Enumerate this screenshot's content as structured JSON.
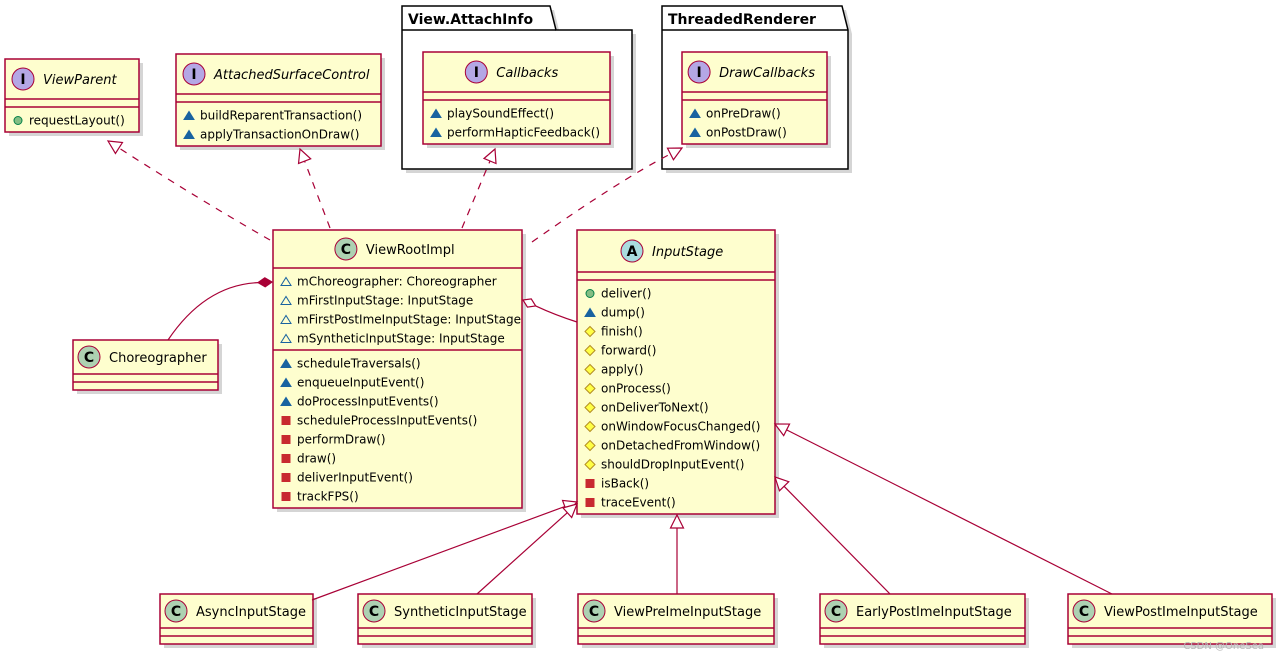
{
  "colors": {
    "box_fill": "#FEFECE",
    "box_border": "#A80036",
    "line": "#A80036",
    "interface_badge": "#B4A7E5",
    "class_badge": "#ADD1B2",
    "abstract_badge": "#A9DCDF",
    "public_method": "#84BE84",
    "package_method": "#1963A0",
    "protected_method": "#FFFF44",
    "private_method": "#C82930"
  },
  "packages": [
    {
      "id": "pkg-attachinfo",
      "title": "View.AttachInfo"
    },
    {
      "id": "pkg-threadedrenderer",
      "title": "ThreadedRenderer"
    }
  ],
  "classes": [
    {
      "id": "viewparent",
      "kind": "interface",
      "badge": "I",
      "name": "ViewParent",
      "italic": true,
      "fields": [],
      "methods": [
        {
          "vis": "public",
          "text": "requestLayout()"
        }
      ]
    },
    {
      "id": "attachedsurfacecontrol",
      "kind": "interface",
      "badge": "I",
      "name": "AttachedSurfaceControl",
      "italic": true,
      "fields": [],
      "methods": [
        {
          "vis": "package",
          "text": "buildReparentTransaction()"
        },
        {
          "vis": "package",
          "text": "applyTransactionOnDraw()"
        }
      ]
    },
    {
      "id": "callbacks",
      "kind": "interface",
      "badge": "I",
      "name": "Callbacks",
      "italic": true,
      "fields": [],
      "methods": [
        {
          "vis": "package",
          "text": "playSoundEffect()"
        },
        {
          "vis": "package",
          "text": "performHapticFeedback()"
        }
      ]
    },
    {
      "id": "drawcallbacks",
      "kind": "interface",
      "badge": "I",
      "name": "DrawCallbacks",
      "italic": true,
      "fields": [],
      "methods": [
        {
          "vis": "package",
          "text": "onPreDraw()"
        },
        {
          "vis": "package",
          "text": "onPostDraw()"
        }
      ]
    },
    {
      "id": "viewrootimpl",
      "kind": "class",
      "badge": "C",
      "name": "ViewRootImpl",
      "italic": false,
      "fields": [
        {
          "vis": "package-field",
          "text": "mChoreographer: Choreographer"
        },
        {
          "vis": "package-field",
          "text": "mFirstInputStage: InputStage"
        },
        {
          "vis": "package-field",
          "text": "mFirstPostImeInputStage: InputStage"
        },
        {
          "vis": "package-field",
          "text": "mSyntheticInputStage: InputStage"
        }
      ],
      "methods": [
        {
          "vis": "package",
          "text": "scheduleTraversals()"
        },
        {
          "vis": "package",
          "text": "enqueueInputEvent()"
        },
        {
          "vis": "package",
          "text": "doProcessInputEvents()"
        },
        {
          "vis": "private",
          "text": "scheduleProcessInputEvents()"
        },
        {
          "vis": "private",
          "text": "performDraw()"
        },
        {
          "vis": "private",
          "text": "draw()"
        },
        {
          "vis": "private",
          "text": "deliverInputEvent()"
        },
        {
          "vis": "private",
          "text": "trackFPS()"
        }
      ]
    },
    {
      "id": "inputstage",
      "kind": "abstract",
      "badge": "A",
      "name": "InputStage",
      "italic": true,
      "fields": [],
      "methods": [
        {
          "vis": "public",
          "text": "deliver()"
        },
        {
          "vis": "package",
          "text": "dump()"
        },
        {
          "vis": "protected",
          "text": "finish()"
        },
        {
          "vis": "protected",
          "text": "forward()"
        },
        {
          "vis": "protected",
          "text": "apply()"
        },
        {
          "vis": "protected",
          "text": "onProcess()"
        },
        {
          "vis": "protected",
          "text": "onDeliverToNext()"
        },
        {
          "vis": "protected",
          "text": "onWindowFocusChanged()"
        },
        {
          "vis": "protected",
          "text": "onDetachedFromWindow()"
        },
        {
          "vis": "protected",
          "text": "shouldDropInputEvent()"
        },
        {
          "vis": "private",
          "text": "isBack()"
        },
        {
          "vis": "private",
          "text": "traceEvent()"
        }
      ]
    },
    {
      "id": "choreographer",
      "kind": "class",
      "badge": "C",
      "name": "Choreographer",
      "italic": false,
      "fields": [],
      "methods": []
    },
    {
      "id": "asyncinputstage",
      "kind": "class",
      "badge": "C",
      "name": "AsyncInputStage",
      "italic": false,
      "fields": [],
      "methods": []
    },
    {
      "id": "syntheticinputstage",
      "kind": "class",
      "badge": "C",
      "name": "SyntheticInputStage",
      "italic": false,
      "fields": [],
      "methods": []
    },
    {
      "id": "viewpreimeinputstage",
      "kind": "class",
      "badge": "C",
      "name": "ViewPreImeInputStage",
      "italic": false,
      "fields": [],
      "methods": []
    },
    {
      "id": "earlypostimeinputstage",
      "kind": "class",
      "badge": "C",
      "name": "EarlyPostImeInputStage",
      "italic": false,
      "fields": [],
      "methods": []
    },
    {
      "id": "viewpostimeinputstage",
      "kind": "class",
      "badge": "C",
      "name": "ViewPostImeInputStage",
      "italic": false,
      "fields": [],
      "methods": []
    }
  ],
  "relations": [
    {
      "from": "viewrootimpl",
      "to": "viewparent",
      "type": "realization"
    },
    {
      "from": "viewrootimpl",
      "to": "attachedsurfacecontrol",
      "type": "realization"
    },
    {
      "from": "viewrootimpl",
      "to": "callbacks",
      "type": "realization"
    },
    {
      "from": "viewrootimpl",
      "to": "drawcallbacks",
      "type": "realization"
    },
    {
      "from": "viewrootimpl",
      "to": "choreographer",
      "type": "composition"
    },
    {
      "from": "viewrootimpl",
      "to": "inputstage",
      "type": "aggregation"
    },
    {
      "from": "asyncinputstage",
      "to": "inputstage",
      "type": "inheritance"
    },
    {
      "from": "syntheticinputstage",
      "to": "inputstage",
      "type": "inheritance"
    },
    {
      "from": "viewpreimeinputstage",
      "to": "inputstage",
      "type": "inheritance"
    },
    {
      "from": "earlypostimeinputstage",
      "to": "inputstage",
      "type": "inheritance"
    },
    {
      "from": "viewpostimeinputstage",
      "to": "inputstage",
      "type": "inheritance"
    }
  ],
  "watermark": "CSDN @OneSea"
}
